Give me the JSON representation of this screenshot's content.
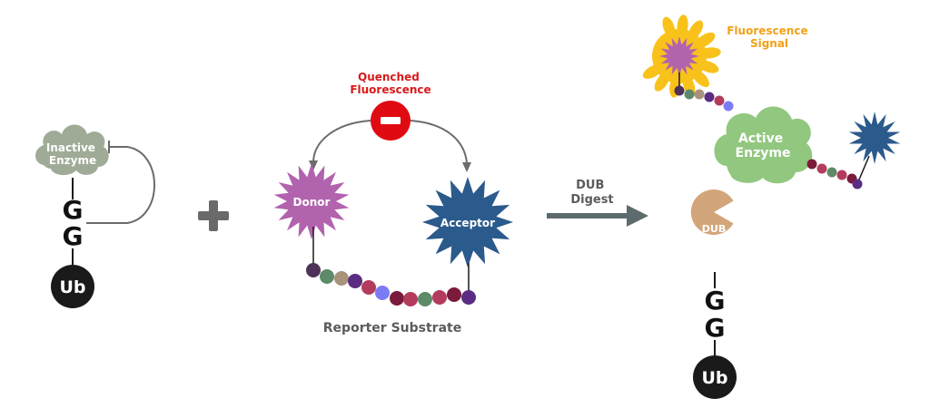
{
  "labels": {
    "inactive_enzyme_line1": "Inactive",
    "inactive_enzyme_line2": "Enzyme",
    "g_upper": "G",
    "g_lower": "G",
    "ub": "Ub",
    "plus": "+",
    "quenched_line1": "Quenched",
    "quenched_line2": "Fluorescence",
    "donor": "Donor",
    "acceptor": "Acceptor",
    "reporter_substrate": "Reporter Substrate",
    "dub_digest_line1": "DUB",
    "dub_digest_line2": "Digest",
    "fluorescence_signal_line1": "Fluorescence",
    "fluorescence_signal_line2": "Signal",
    "active_enzyme_line1": "Active",
    "active_enzyme_line2": "Enzyme",
    "dub": "DUB",
    "g2_upper": "G",
    "g2_lower": "G",
    "ub2": "Ub"
  },
  "colors": {
    "inactive_enzyme": "#9fab96",
    "active_enzyme": "#92c77f",
    "donor": "#b263ae",
    "acceptor": "#2b5a8c",
    "quench_red": "#e00b12",
    "quench_label": "#d91a1a",
    "signal_label": "#f3a116",
    "sunburst": "#f9c21b",
    "dub": "#d3a57b",
    "ub": "#1a1a1a",
    "arrow": "#5e6b6e",
    "text_gray": "#5b5b5b"
  }
}
